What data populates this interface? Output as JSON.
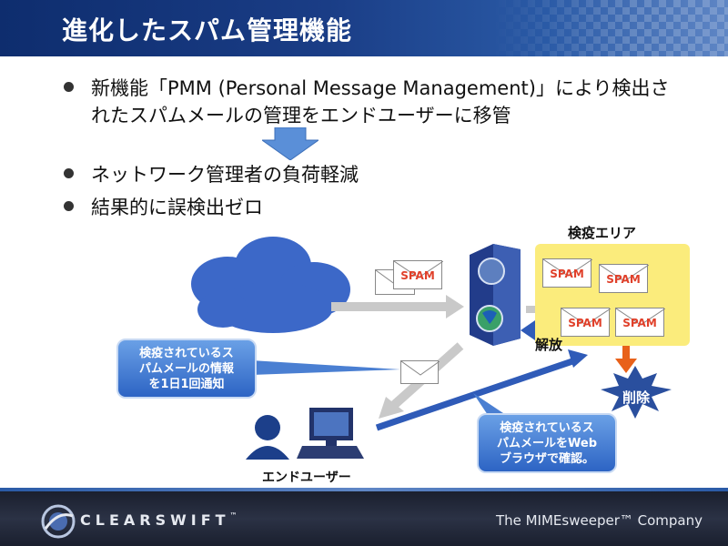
{
  "slide": {
    "title": "進化したスパム管理機能",
    "bullets": [
      "新機能「PMM (Personal Message Management)」により検出されたスパムメールの管理をエンドユーザーに移管",
      "ネットワーク管理者の負荷軽減",
      "結果的に誤検出ゼロ"
    ]
  },
  "diagram": {
    "quarantine_area_label": "検疫エリア",
    "spam_envelope_text": "SPAM",
    "release_label": "解放",
    "delete_label": "削除",
    "enduser_label": "エンドユーザー",
    "callout_daily_notice": "検疫されているス\nパムメールの情報\nを1日1回通知",
    "callout_web_check": "検疫されているス\nパムメールをWeb\nブラウザで確認。"
  },
  "footer": {
    "brand": "CLEARSWIFT",
    "brand_tm": "™",
    "company": "The MIMEsweeper™ Company"
  },
  "colors": {
    "title_bar": "#1a3d86",
    "quarantine": "#fbec7c",
    "callout": "#2d64c4",
    "spam_text": "#e0402a",
    "delete_star": "#2a4f9e",
    "arrow_orange": "#e8611a",
    "arrow_blue": "#2f5bb8",
    "cloud": "#3c68c8"
  }
}
